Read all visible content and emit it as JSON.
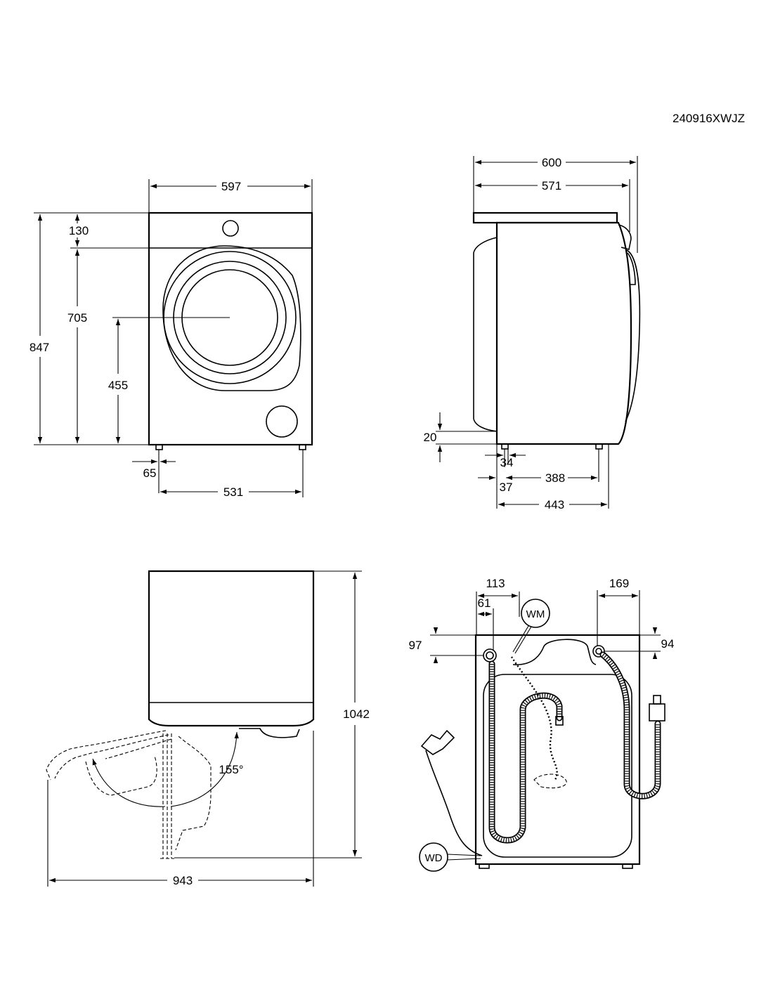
{
  "model_code": "240916XWJZ",
  "front_view": {
    "width": "597",
    "top_panel_height": "130",
    "door_bottom_height": "705",
    "door_center_height": "455",
    "total_height": "847",
    "foot_inset": "65",
    "foot_spacing": "531"
  },
  "side_view": {
    "total_depth": "600",
    "body_depth": "571",
    "foot_clearance": "20",
    "rear_foot_offset": "34",
    "front_foot_offset": "37",
    "foot_span": "388",
    "foot_to_front": "443"
  },
  "top_view": {
    "door_open_angle": "155°",
    "depth_with_door_open": "1042",
    "width_with_door_open": "943"
  },
  "rear_view": {
    "inlet_offset_outer": "113",
    "inlet_offset_inner": "61",
    "outlet_offset": "169",
    "inlet_height": "97",
    "outlet_height": "94",
    "water_main_tag": "WM",
    "water_drain_tag": "WD"
  },
  "colors": {
    "line": "#000000",
    "background": "#ffffff"
  }
}
